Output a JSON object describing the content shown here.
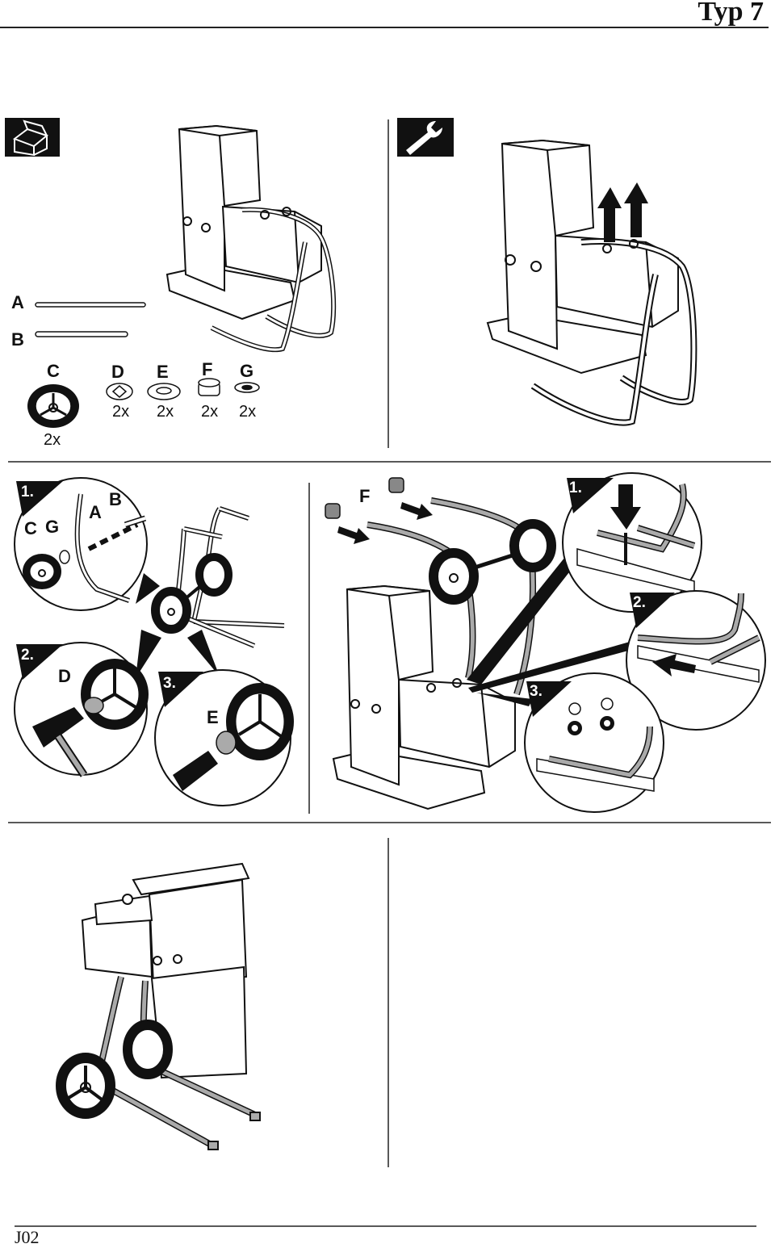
{
  "header": {
    "title": "Typ 7"
  },
  "footer": {
    "code": "J02"
  },
  "parts": {
    "A": "A",
    "B": "B",
    "C": "C",
    "D": "D",
    "E": "E",
    "F": "F",
    "G": "G",
    "qty_d": "2x",
    "qty_e": "2x",
    "qty_f": "2x",
    "qty_g": "2x",
    "qty_c": "2x"
  },
  "steps": {
    "wheel_step1": "1.",
    "wheel_step2": "2.",
    "wheel_step3": "3.",
    "mount_step1": "1.",
    "mount_step2": "2.",
    "mount_step3": "3."
  },
  "icons": [
    "box-icon",
    "wrench-icon"
  ],
  "colors": {
    "ink": "#111111",
    "tube": "#a8a8a8"
  }
}
